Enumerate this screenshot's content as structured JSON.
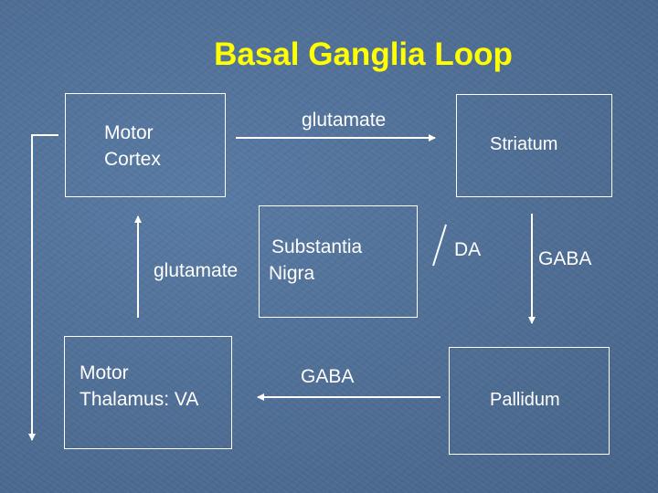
{
  "title": "Basal Ganglia Loop",
  "nodes": {
    "motor_cortex": {
      "line1": "Motor",
      "line2": "Cortex"
    },
    "striatum": {
      "label": "Striatum"
    },
    "substantia_nigra": {
      "line1": "Substantia",
      "line2": "Nigra"
    },
    "motor_thalamus": {
      "line1": "Motor",
      "line2": "Thalamus: VA"
    },
    "pallidum": {
      "label": "Pallidum"
    }
  },
  "edges": {
    "cortex_to_striatum": "glutamate",
    "thalamus_to_cortex": "glutamate",
    "nigra_to_striatum": "DA",
    "striatum_to_pallidum": "GABA",
    "pallidum_to_thalamus": "GABA"
  },
  "colors": {
    "background": "#4f6e95",
    "title": "#ffff00",
    "text": "#ffffff",
    "lines": "#ffffff"
  }
}
